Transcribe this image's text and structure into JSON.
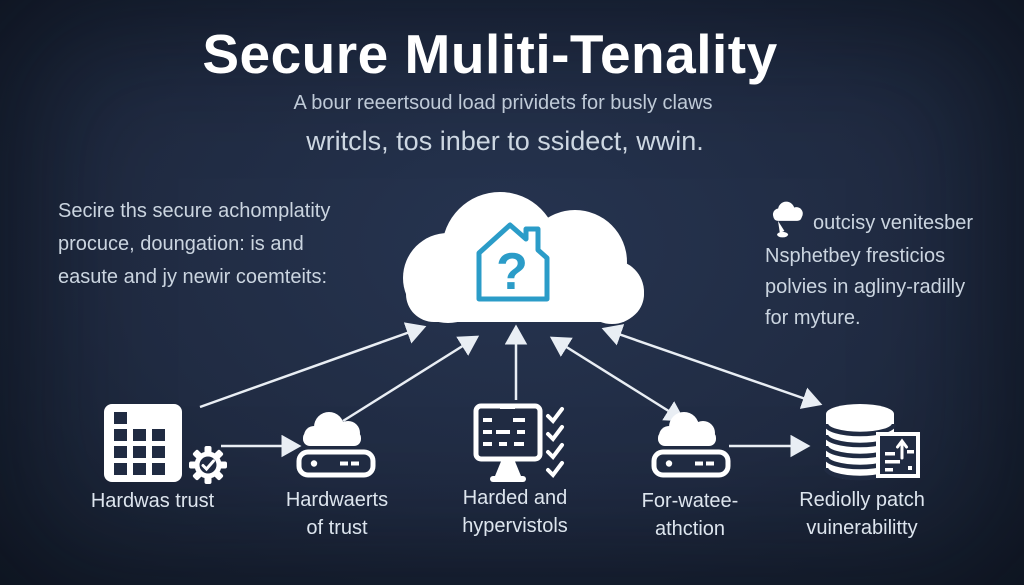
{
  "title": "Secure Muliti-Tenality",
  "subtitle_line1": "A bour reeertsoud load prividets for busly claws",
  "subtitle_line2": "writcls, tos inber to ssidect, wwin.",
  "left_note": {
    "line1": "Secire ths secure achomplatity",
    "line2": "procuce, doungation: is and",
    "line3": "easute and jy newir coemteits:"
  },
  "right_note": {
    "icon": "cloud-pin-icon",
    "line1": "outcisy venitesber",
    "line2": "Nsphetbey fresticios",
    "line3": "polvies in agliny-radilly",
    "line4": "for myture."
  },
  "center": {
    "icon": "cloud-with-house-question",
    "question_mark": "?"
  },
  "nodes": [
    {
      "icon": "building-gear-icon",
      "line1": "Hardwas trust",
      "line2": ""
    },
    {
      "icon": "cloud-server-icon",
      "line1": "Hardwaerts",
      "line2": "of trust"
    },
    {
      "icon": "monitor-checklist-icon",
      "line1": "Harded and",
      "line2": "hypervistols"
    },
    {
      "icon": "cloud-server-icon",
      "line1": "For-watee-",
      "line2": "athction"
    },
    {
      "icon": "database-patch-icon",
      "line1": "Rediolly patch",
      "line2": "vuinerabilitty"
    }
  ],
  "colors": {
    "background": "#202b42",
    "accent_teal": "#2b9cc8",
    "title_text": "#ffffff",
    "body_text": "#cbd5e0",
    "label_text": "#dde5ee",
    "arrow": "#e9eef4"
  }
}
